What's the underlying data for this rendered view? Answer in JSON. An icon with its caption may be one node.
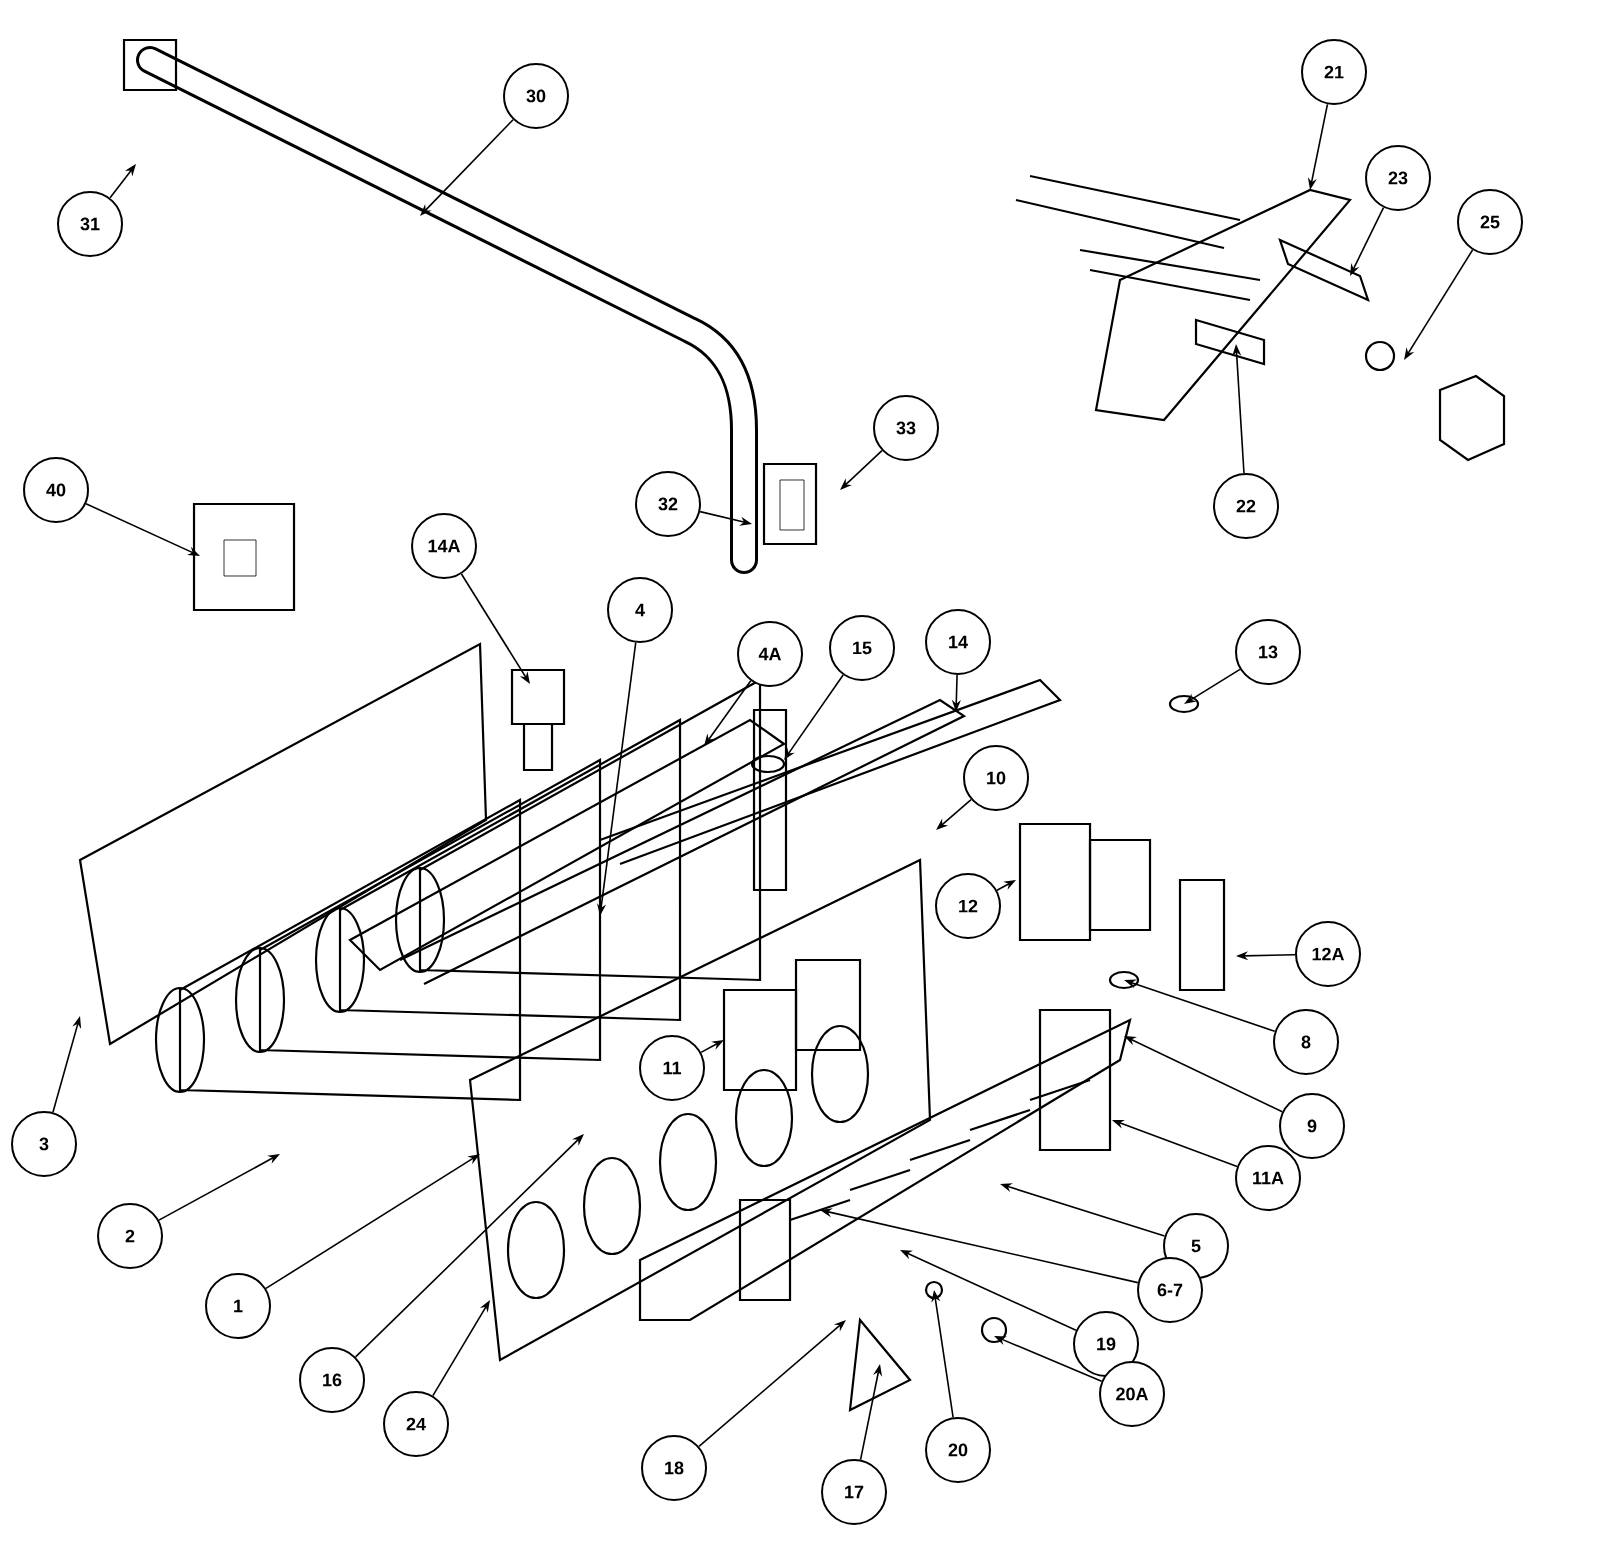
{
  "diagram": {
    "nodes": [
      {
        "text": [
          "30"
        ]
      },
      {
        "text": [
          "31"
        ]
      },
      {
        "text": [
          "21"
        ]
      },
      {
        "text": [
          "23"
        ]
      },
      {
        "text": [
          "25"
        ]
      },
      {
        "text": [
          "22"
        ]
      },
      {
        "text": [
          "33"
        ]
      },
      {
        "text": [
          "32"
        ]
      },
      {
        "text": [
          "40"
        ]
      },
      {
        "text": [
          "14A"
        ]
      },
      {
        "text": [
          "4"
        ]
      },
      {
        "text": [
          "4A"
        ]
      },
      {
        "text": [
          "15"
        ]
      },
      {
        "text": [
          "14"
        ]
      },
      {
        "text": [
          "13"
        ]
      },
      {
        "text": [
          "10"
        ]
      },
      {
        "text": [
          "12"
        ]
      },
      {
        "text": [
          "12A"
        ]
      },
      {
        "text": [
          "8"
        ]
      },
      {
        "text": [
          "9"
        ]
      },
      {
        "text": [
          "11"
        ]
      },
      {
        "text": [
          "11A"
        ]
      },
      {
        "text": [
          "5"
        ]
      },
      {
        "text": [
          "6-7"
        ]
      },
      {
        "text": [
          "19"
        ]
      },
      {
        "text": [
          "20A"
        ]
      },
      {
        "text": [
          "20"
        ]
      },
      {
        "text": [
          "17"
        ]
      },
      {
        "text": [
          "18"
        ]
      },
      {
        "text": [
          "24"
        ]
      },
      {
        "text": [
          "16"
        ]
      },
      {
        "text": [
          "1"
        ]
      },
      {
        "text": [
          "2"
        ]
      },
      {
        "text": [
          "3"
        ]
      }
    ],
    "edges": [
      {
        "from": 0,
        "to": null,
        "arrow": "to"
      },
      {
        "from": 1,
        "to": null,
        "arrow": "to"
      },
      {
        "from": 2,
        "to": null,
        "arrow": "to"
      },
      {
        "from": 3,
        "to": null,
        "arrow": "to"
      },
      {
        "from": 4,
        "to": null,
        "arrow": "to"
      },
      {
        "from": 5,
        "to": null,
        "arrow": "to"
      },
      {
        "from": 6,
        "to": null,
        "arrow": "to"
      },
      {
        "from": 7,
        "to": null,
        "arrow": "to"
      },
      {
        "from": 8,
        "to": null,
        "arrow": "to"
      },
      {
        "from": 9,
        "to": null,
        "arrow": "to"
      },
      {
        "from": 10,
        "to": null,
        "arrow": "to"
      },
      {
        "from": 11,
        "to": null,
        "arrow": "to"
      },
      {
        "from": 12,
        "to": null,
        "arrow": "to"
      },
      {
        "from": 13,
        "to": null,
        "arrow": "to"
      },
      {
        "from": 14,
        "to": null,
        "arrow": "to"
      },
      {
        "from": 15,
        "to": null,
        "arrow": "to"
      },
      {
        "from": 16,
        "to": null,
        "arrow": "to"
      },
      {
        "from": 17,
        "to": null,
        "arrow": "to"
      },
      {
        "from": 18,
        "to": null,
        "arrow": "to"
      },
      {
        "from": 19,
        "to": null,
        "arrow": "to"
      },
      {
        "from": 20,
        "to": null,
        "arrow": "to"
      },
      {
        "from": 21,
        "to": null,
        "arrow": "to"
      },
      {
        "from": 22,
        "to": null,
        "arrow": "to"
      },
      {
        "from": 23,
        "to": null,
        "arrow": "to"
      },
      {
        "from": 24,
        "to": null,
        "arrow": "to"
      },
      {
        "from": 25,
        "to": null,
        "arrow": "to"
      },
      {
        "from": 26,
        "to": null,
        "arrow": "to"
      },
      {
        "from": 27,
        "to": null,
        "arrow": "to"
      },
      {
        "from": 28,
        "to": null,
        "arrow": "to"
      },
      {
        "from": 29,
        "to": null,
        "arrow": "to"
      },
      {
        "from": 30,
        "to": null,
        "arrow": "to"
      },
      {
        "from": 31,
        "to": null,
        "arrow": "to"
      },
      {
        "from": 32,
        "to": null,
        "arrow": "to"
      },
      {
        "from": 33,
        "to": null,
        "arrow": "to"
      }
    ]
  }
}
